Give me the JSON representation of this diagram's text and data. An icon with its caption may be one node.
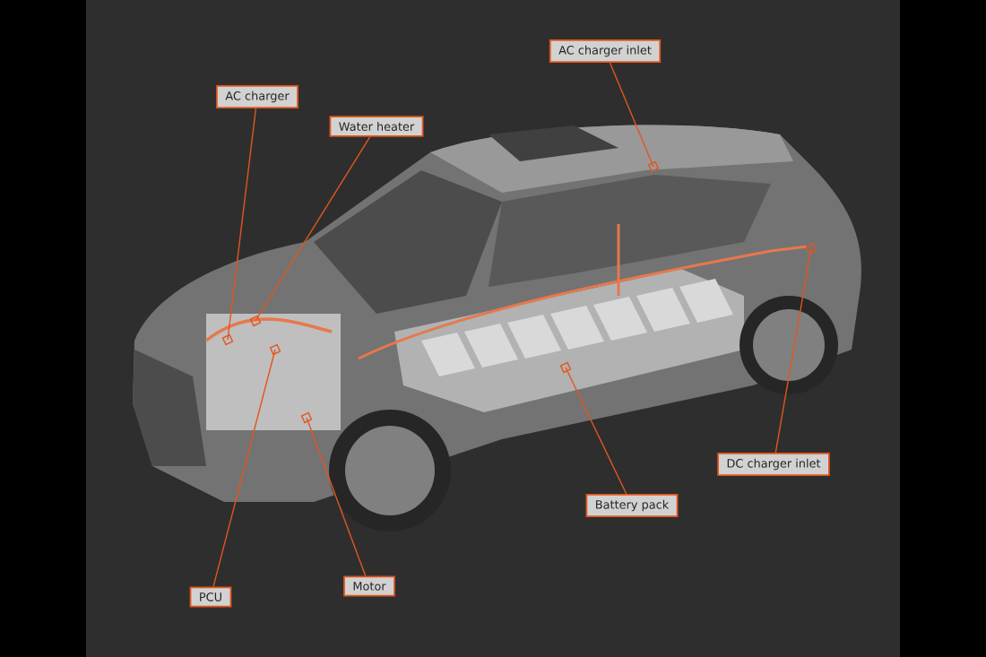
{
  "diagram": {
    "nodes": [
      {
        "text": [
          "AC charger"
        ]
      },
      {
        "text": [
          "Water heater"
        ]
      },
      {
        "text": [
          "AC charger inlet"
        ]
      },
      {
        "text": [
          "DC charger inlet"
        ]
      },
      {
        "text": [
          "Battery pack"
        ]
      },
      {
        "text": [
          "PCU"
        ]
      },
      {
        "text": [
          "Motor"
        ]
      }
    ],
    "edges": [
      {
        "from": 0,
        "to": null,
        "arrow": "other"
      },
      {
        "from": 1,
        "to": null,
        "arrow": "other"
      },
      {
        "from": 2,
        "to": null,
        "arrow": "other"
      },
      {
        "from": 3,
        "to": null,
        "arrow": "other"
      },
      {
        "from": 4,
        "to": null,
        "arrow": "other"
      },
      {
        "from": 5,
        "to": null,
        "arrow": "other"
      },
      {
        "from": 6,
        "to": null,
        "arrow": "other"
      }
    ]
  }
}
